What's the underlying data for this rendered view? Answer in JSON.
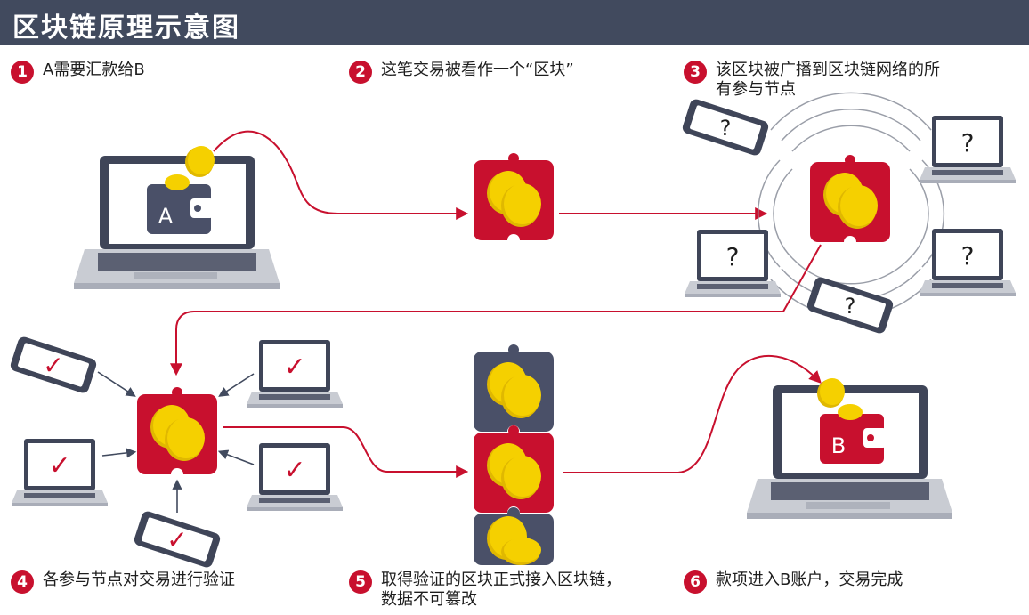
{
  "title": "区块链原理示意图",
  "steps": [
    {
      "num": "1",
      "text": "A需要汇款给B"
    },
    {
      "num": "2",
      "text": "这笔交易被看作一个“区块”"
    },
    {
      "num": "3",
      "text": "该区块被广播到区块链网络的所\n有参与节点"
    },
    {
      "num": "4",
      "text": "各参与节点对交易进行验证"
    },
    {
      "num": "5",
      "text": "取得验证的区块正式接入区块链，\n数据不可篡改"
    },
    {
      "num": "6",
      "text": "款项进入B账户，交易完成"
    }
  ],
  "wallet_a_label": "A",
  "wallet_b_label": "B",
  "question_mark": "?",
  "check_mark": "✓",
  "colors": {
    "header": "#414a5e",
    "accent": "#c8102e",
    "coin": "#f5d000",
    "dark_block": "#4a5068",
    "laptop_gray": "#c9ccd3"
  }
}
